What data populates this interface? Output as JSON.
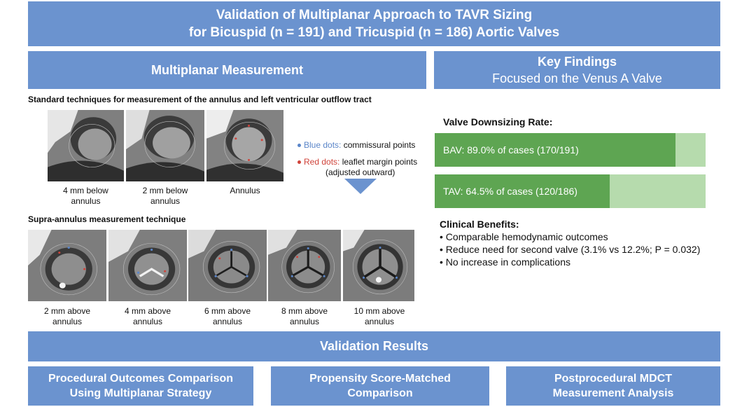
{
  "header": {
    "line1": "Validation of Multiplanar Approach to TAVR Sizing",
    "line2": "for Bicuspid (n = 191) and Tricuspid (n = 186) Aortic Valves"
  },
  "multiplanar": {
    "title": "Multiplanar Measurement",
    "standard_label": "Standard techniques for measurement of the annulus and left ventricular outflow tract",
    "standard_images": [
      {
        "line1": "4 mm below",
        "line2": "annulus"
      },
      {
        "line1": "2 mm below",
        "line2": "annulus"
      },
      {
        "line1": "Annulus",
        "line2": ""
      }
    ],
    "legend": {
      "blue_term": "Blue dots:",
      "blue_desc": " commissural points",
      "red_term": "Red dots:",
      "red_desc": " leaflet margin points",
      "red_desc2": "(adjusted outward)"
    },
    "supra_label": "Supra-annulus measurement technique",
    "supra_images": [
      {
        "line1": "2 mm above",
        "line2": "annulus"
      },
      {
        "line1": "4 mm above",
        "line2": "annulus"
      },
      {
        "line1": "6 mm above",
        "line2": "annulus"
      },
      {
        "line1": "8 mm above",
        "line2": "annulus"
      },
      {
        "line1": "10 mm above",
        "line2": "annulus"
      }
    ]
  },
  "key_findings": {
    "title": "Key Findings",
    "subtitle": "Focused on the Venus A Valve",
    "downsizing_title": "Valve Downsizing Rate:",
    "rates": [
      {
        "label": "BAV: 89.0% of cases (170/191)",
        "percent": 89.0
      },
      {
        "label": "TAV: 64.5% of cases (120/186)",
        "percent": 64.5
      }
    ],
    "benefits_title": "Clinical Benefits:",
    "benefits": [
      "Comparable hemodynamic outcomes",
      "Reduce need for second valve (3.1% vs 12.2%; P = 0.032)",
      "No increase in complications"
    ]
  },
  "validation": {
    "title": "Validation Results",
    "boxes": [
      {
        "line1": "Procedural Outcomes Comparison",
        "line2": "Using Multiplanar Strategy"
      },
      {
        "line1": "Propensity Score-Matched",
        "line2": "Comparison"
      },
      {
        "line1": "Postprocedural MDCT",
        "line2": "Measurement Analysis"
      }
    ]
  },
  "colors": {
    "header_blue": "#6b93cf",
    "bar_fill_green": "#5ea552",
    "bar_track_green": "#b6dbad",
    "blue_dot": "#5b86c9",
    "red_dot": "#d0433a"
  }
}
